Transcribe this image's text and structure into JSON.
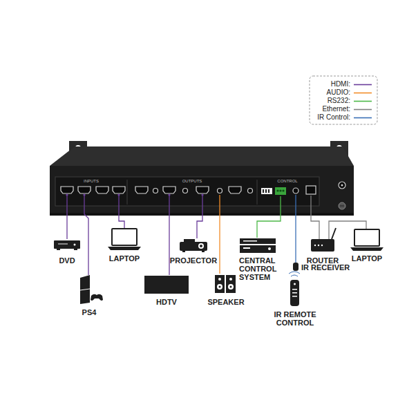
{
  "diagram": {
    "labels": [
      "INPUTS",
      "OUTPUTS",
      "CONTROL",
      "DVD",
      "PS4",
      "LAPTOP",
      "HDTV",
      "PROJECTOR",
      "SPEAKER",
      "CENTRAL CONTROL SYSTEM",
      "IR RECEIVER",
      "IR REMOTE CONTROL",
      "ROUTER",
      "LAPTOP"
    ],
    "legend": [
      {
        "text": "HDMI:",
        "color": "#6a3d9a"
      },
      {
        "text": "AUDIO:",
        "color": "#f28c28"
      },
      {
        "text": "RS232:",
        "color": "#4cb848"
      },
      {
        "text": "Ethernet:",
        "color": "#808080"
      },
      {
        "text": "IR Control:",
        "color": "#3a6fb5"
      }
    ]
  }
}
